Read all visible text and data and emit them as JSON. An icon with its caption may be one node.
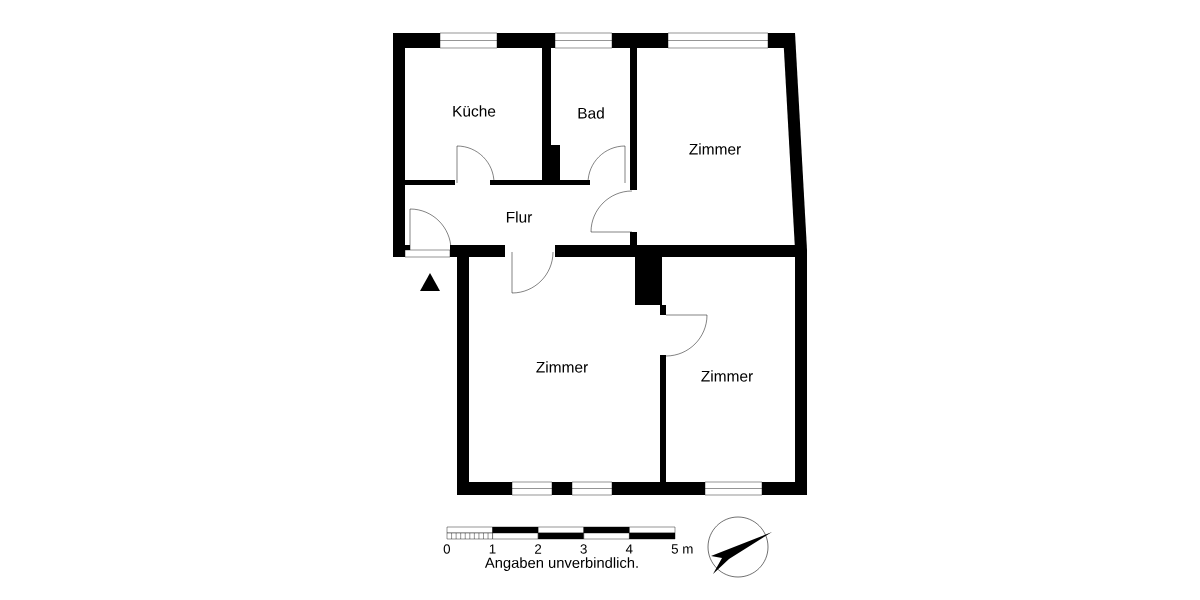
{
  "diagram": {
    "nodes": [
      {
        "text": [
          "Küche"
        ]
      },
      {
        "text": [
          "Bad"
        ]
      },
      {
        "text": [
          "Zimmer"
        ]
      },
      {
        "text": [
          "Flur"
        ]
      },
      {
        "text": [
          "Zimmer"
        ]
      },
      {
        "text": [
          "Zimmer"
        ]
      }
    ],
    "labels": [
      "0",
      "1",
      "2",
      "3",
      "4",
      "5 m",
      "Angaben unverbindlich."
    ]
  }
}
